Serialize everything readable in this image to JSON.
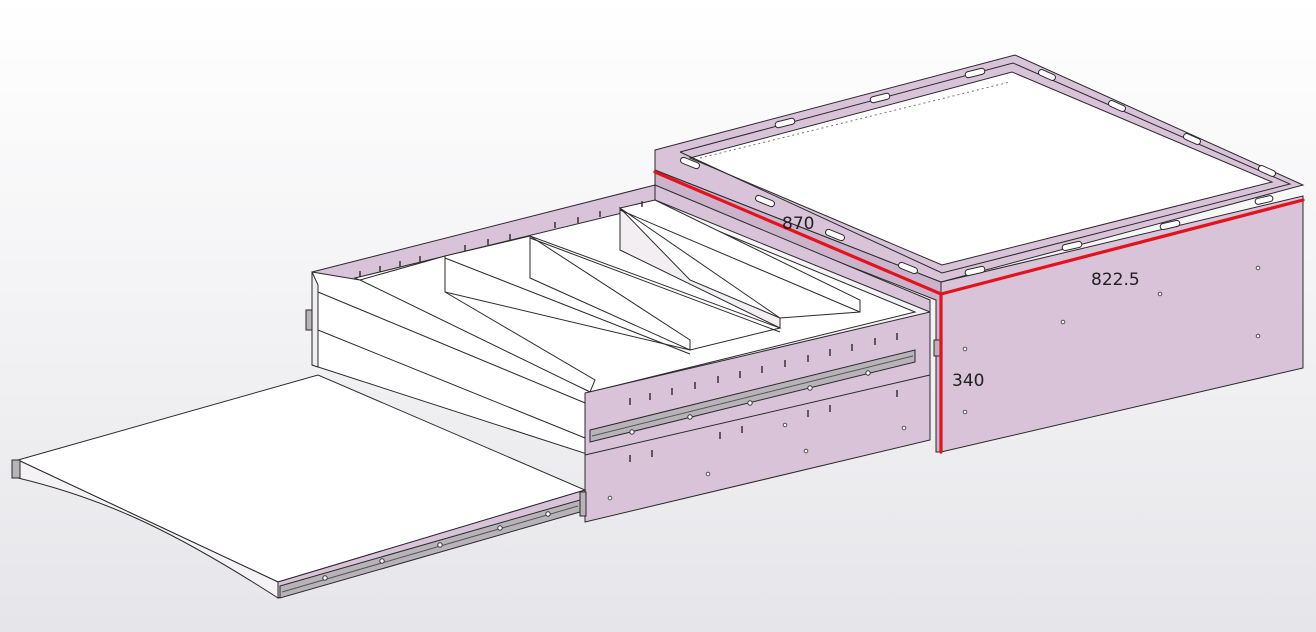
{
  "viewport": {
    "background_top": "#ffffff",
    "background_bottom": "#e8e8ec"
  },
  "colors": {
    "panel": "#d8c3d8",
    "panel_dark": "#cbb3cb",
    "surface": "#ffffff",
    "edge": "#2a2a2a",
    "dimension_line": "#e3121d",
    "rail": "#b7b3b9"
  },
  "dimensions": {
    "depth": "870",
    "width": "822.5",
    "height": "340"
  }
}
